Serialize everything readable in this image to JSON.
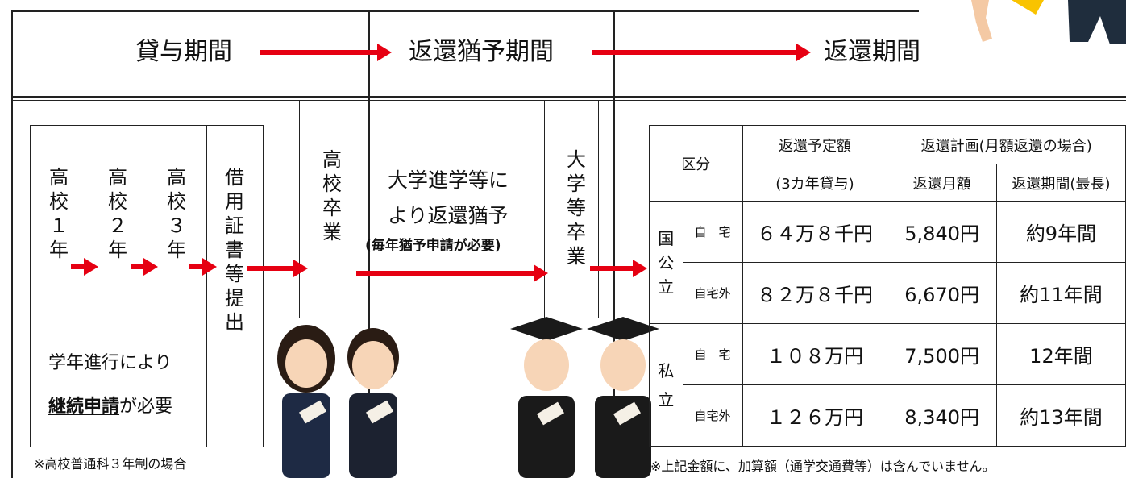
{
  "header": {
    "lending_period": "貸与期間",
    "deferment_period": "返還猶予期間",
    "repayment_period": "返還期間"
  },
  "timeline": {
    "year1": [
      "高",
      "校",
      "１",
      "年"
    ],
    "year2": [
      "高",
      "校",
      "２",
      "年"
    ],
    "year3": [
      "高",
      "校",
      "３",
      "年"
    ],
    "submit": [
      "借",
      "用",
      "証",
      "書",
      "等",
      "提",
      "出"
    ],
    "hs_grad": [
      "高",
      "校",
      "卒",
      "業"
    ],
    "univ_grad": [
      "大",
      "学",
      "等",
      "卒",
      "業"
    ],
    "progression_line1": "学年進行により",
    "continuation_bold": "継続申請",
    "continuation_rest": "が必要",
    "defer_line1": "大学進学等に",
    "defer_line2": "より返還猶予",
    "defer_note": "(毎年猶予申請が必要)",
    "footnote": "※高校普通科３年制の場合"
  },
  "repay_table": {
    "h_category": "区分",
    "h_amount": "返還予定額",
    "h_amount_sub": "(3カ年貸与)",
    "h_plan": "返還計画(月額返還の場合)",
    "h_monthly": "返還月額",
    "h_period": "返還期間(最長)",
    "public_chars": [
      "国",
      "公",
      "立"
    ],
    "private_chars": [
      "私",
      "立"
    ],
    "rows": [
      {
        "sub": "自　宅",
        "amount": "６４万８千円",
        "monthly": "5,840円",
        "period": "約9年間"
      },
      {
        "sub": "自宅外",
        "amount": "８２万８千円",
        "monthly": "6,670円",
        "period": "約11年間"
      },
      {
        "sub": "自　宅",
        "amount": "１０８万円",
        "monthly": "7,500円",
        "period": "12年間"
      },
      {
        "sub": "自宅外",
        "amount": "１２６万円",
        "monthly": "8,340円",
        "period": "約13年間"
      }
    ],
    "footnote": "※上記金額に、加算額（通学交通費等）は含んでいません。"
  },
  "colors": {
    "arrow": "#e60012",
    "line": "#222222"
  }
}
